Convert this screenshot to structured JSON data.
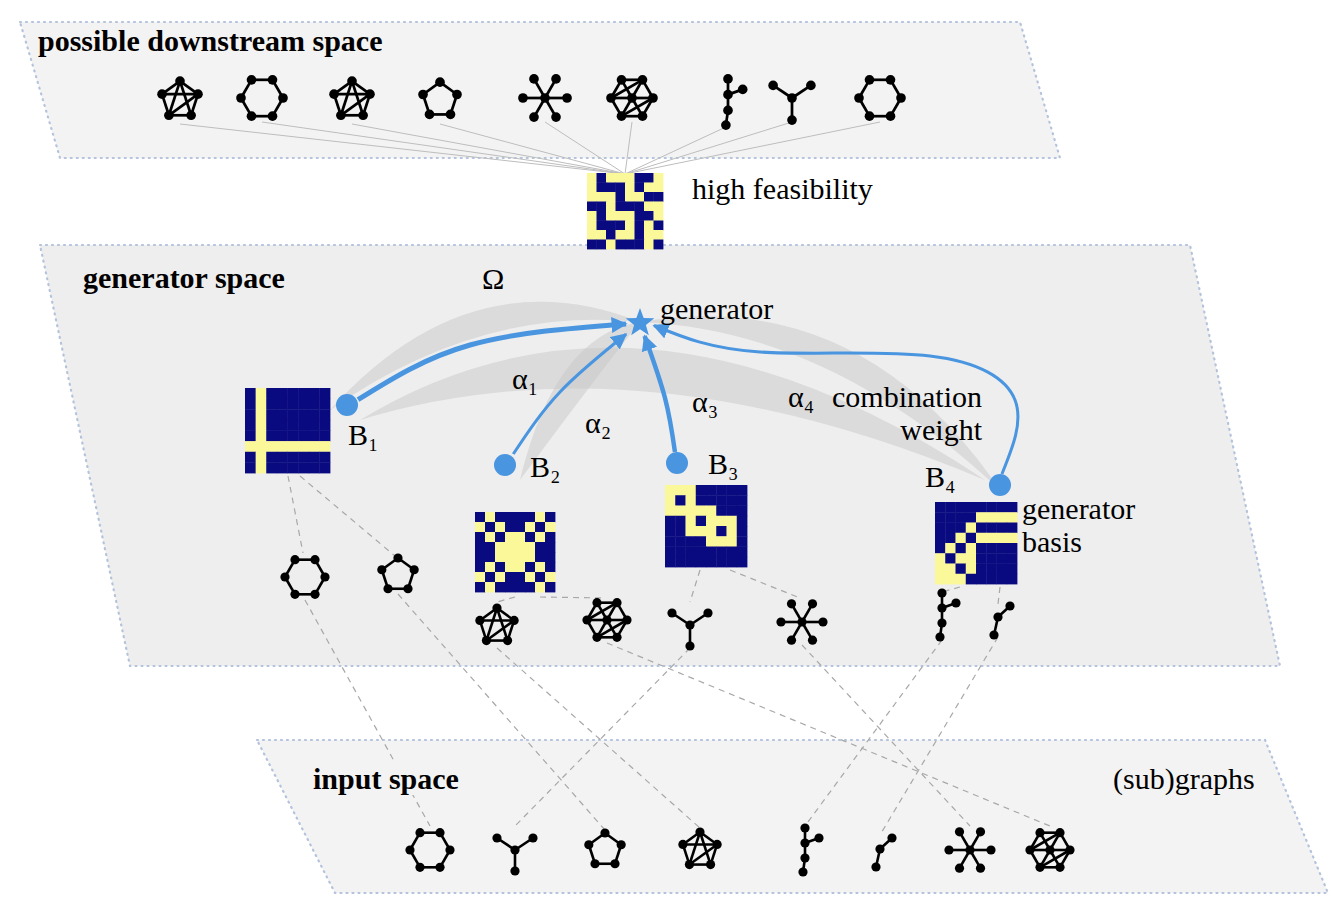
{
  "diagram": {
    "nodes": [
      {
        "text": [
          "possible downstream space"
        ]
      },
      {
        "text": [
          "generator space"
        ]
      },
      {
        "text": [
          "generator"
        ],
        "in": 1
      },
      {
        "text": [
          "B₁"
        ],
        "in": 1
      },
      {
        "text": [
          "B₂"
        ],
        "in": 1
      },
      {
        "text": [
          "B₃"
        ],
        "in": 1
      },
      {
        "text": [
          "B₄"
        ],
        "in": 1
      },
      {
        "text": [
          "input space",
          "(sub)graphs"
        ]
      }
    ],
    "edges": [
      {
        "from": 3,
        "to": 2,
        "arrow": "to",
        "label": "α₁"
      },
      {
        "from": 4,
        "to": 2,
        "arrow": "to",
        "label": "α₂"
      },
      {
        "from": 5,
        "to": 2,
        "arrow": "to",
        "label": "α₃"
      },
      {
        "from": 6,
        "to": 2,
        "arrow": "to",
        "label": "α₄"
      }
    ],
    "labels": [
      "high feasibility",
      "Ω",
      "combination weight",
      "generator basis"
    ]
  }
}
